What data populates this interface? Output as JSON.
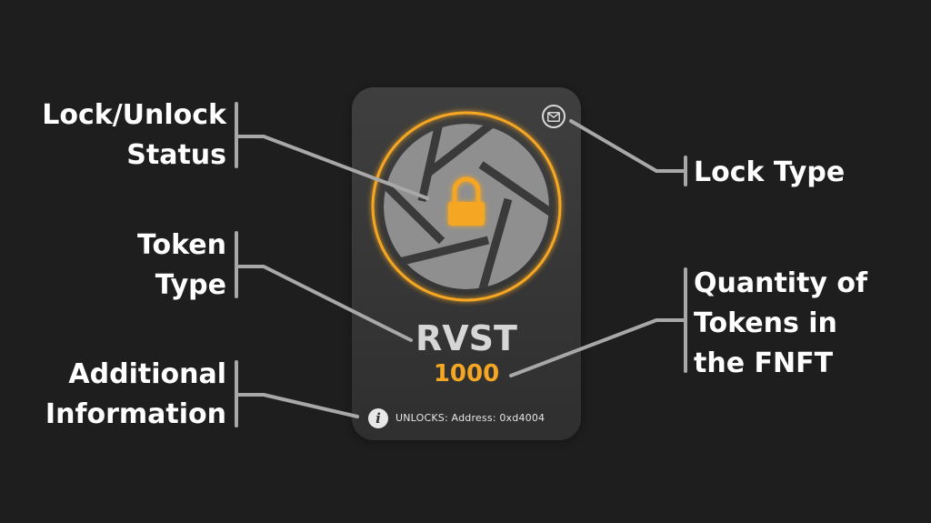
{
  "annotations": {
    "lock_status": "Lock/Unlock\nStatus",
    "token_type": "Token\nType",
    "additional_info": "Additional\nInformation",
    "lock_type": "Lock Type",
    "quantity": "Quantity of\nTokens in\nthe FNFT"
  },
  "card": {
    "token": "RVST",
    "quantity": "1000",
    "info_glyph": "i",
    "info_text": "UNLOCKS: Address: 0xd4004",
    "lock_state": "locked",
    "lock_type_icon": "envelope-icon",
    "status_icon": "padlock-icon",
    "emblem_icon": "camera-aperture-icon"
  },
  "colors": {
    "background": "#1e1e1e",
    "card": "#3a3a3a",
    "accent": "#f5a623",
    "connector": "#a8a8a8",
    "aperture": "#9a9a9a"
  }
}
